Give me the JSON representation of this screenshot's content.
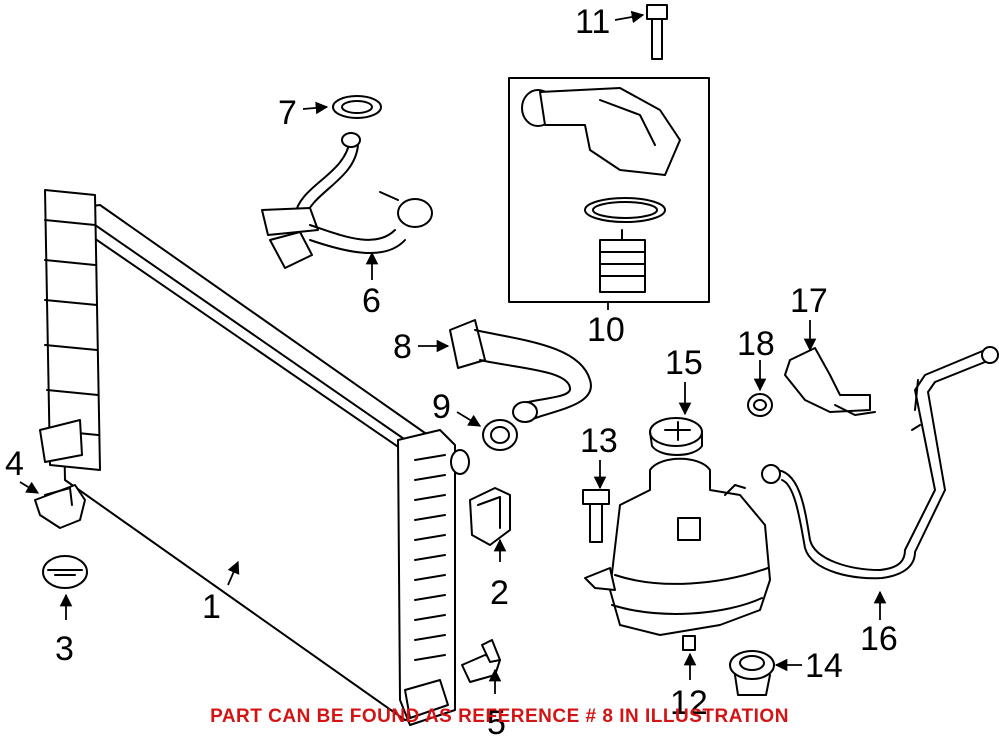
{
  "callouts": {
    "c1": "1",
    "c2": "2",
    "c3": "3",
    "c4": "4",
    "c5": "5",
    "c6": "6",
    "c7": "7",
    "c8": "8",
    "c9": "9",
    "c10": "10",
    "c11": "11",
    "c12": "12",
    "c13": "13",
    "c14": "14",
    "c15": "15",
    "c16": "16",
    "c17": "17",
    "c18": "18"
  },
  "footer": {
    "note": "PART CAN BE FOUND AS REFERENCE # 8 IN ILLUSTRATION",
    "color": "#d41414"
  }
}
